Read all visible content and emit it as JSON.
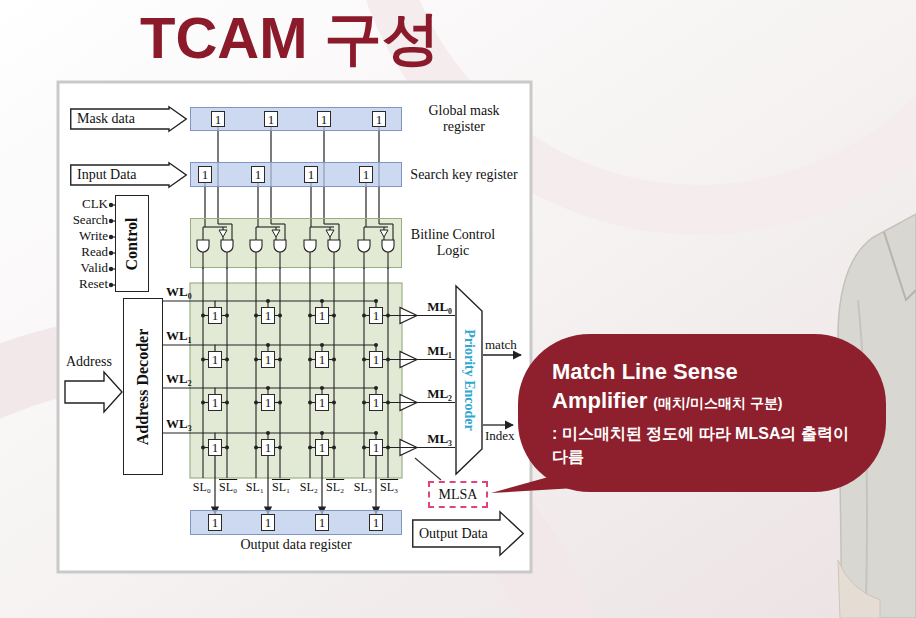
{
  "diagram": {
    "title": "TCAM 구성",
    "nodes": [
      {
        "text": [
          "Mask data"
        ]
      },
      {
        "text": [
          "Global mask register"
        ]
      },
      {
        "text": [
          "1"
        ],
        "in": 1
      },
      {
        "text": [
          "1"
        ],
        "in": 1
      },
      {
        "text": [
          "1"
        ],
        "in": 1
      },
      {
        "text": [
          "1"
        ],
        "in": 1
      },
      {
        "text": [
          "Input Data"
        ]
      },
      {
        "text": [
          "Search key register"
        ]
      },
      {
        "text": [
          "1"
        ],
        "in": 7
      },
      {
        "text": [
          "1"
        ],
        "in": 7
      },
      {
        "text": [
          "1"
        ],
        "in": 7
      },
      {
        "text": [
          "1"
        ],
        "in": 7
      },
      {
        "text": [
          "Control"
        ]
      },
      {
        "text": [
          "Bitline Control Logic"
        ]
      },
      {
        "text": [
          "Address Decoder"
        ]
      },
      {
        "text": [
          "1"
        ]
      },
      {
        "text": [
          "1"
        ]
      },
      {
        "text": [
          "1"
        ]
      },
      {
        "text": [
          "1"
        ]
      },
      {
        "text": [
          "1"
        ]
      },
      {
        "text": [
          "1"
        ]
      },
      {
        "text": [
          "1"
        ]
      },
      {
        "text": [
          "1"
        ]
      },
      {
        "text": [
          "1"
        ]
      },
      {
        "text": [
          "1"
        ]
      },
      {
        "text": [
          "1"
        ]
      },
      {
        "text": [
          "1"
        ]
      },
      {
        "text": [
          "1"
        ]
      },
      {
        "text": [
          "1"
        ]
      },
      {
        "text": [
          "1"
        ]
      },
      {
        "text": [
          "1"
        ]
      },
      {
        "text": [
          "Priority Encoder"
        ]
      },
      {
        "text": [
          "MLSA"
        ]
      },
      {
        "text": [
          "Output data register"
        ]
      },
      {
        "text": [
          "1"
        ],
        "in": 33
      },
      {
        "text": [
          "1"
        ],
        "in": 33
      },
      {
        "text": [
          "1"
        ],
        "in": 33
      },
      {
        "text": [
          "1"
        ],
        "in": 33
      },
      {
        "text": [
          "Output Data"
        ]
      },
      {
        "text": [
          "Match Line Sense Amplifier",
          "(매치/미스매치 구분)",
          ": 미스매치된 정도에 따라 MLSA의 출력이 다름"
        ]
      }
    ],
    "edges": [
      {
        "from": 2,
        "to": 13,
        "arrow": "none"
      },
      {
        "from": 3,
        "to": 13,
        "arrow": "none"
      },
      {
        "from": 4,
        "to": 13,
        "arrow": "none"
      },
      {
        "from": 5,
        "to": 13,
        "arrow": "none"
      },
      {
        "from": 8,
        "to": 13,
        "arrow": "none"
      },
      {
        "from": 9,
        "to": 13,
        "arrow": "none"
      },
      {
        "from": 10,
        "to": 13,
        "arrow": "none"
      },
      {
        "from": 11,
        "to": 13,
        "arrow": "none"
      },
      {
        "from": 14,
        "to": 15,
        "label": "WL₀",
        "arrow": "none"
      },
      {
        "from": 14,
        "to": 19,
        "label": "WL₁",
        "arrow": "none"
      },
      {
        "from": 14,
        "to": 23,
        "label": "WL₂",
        "arrow": "none"
      },
      {
        "from": 14,
        "to": 27,
        "label": "WL₃",
        "arrow": "none"
      },
      {
        "from": 18,
        "to": 31,
        "label": "ML₀",
        "arrow": "none"
      },
      {
        "from": 22,
        "to": 31,
        "label": "ML₁",
        "arrow": "none"
      },
      {
        "from": 26,
        "to": 31,
        "label": "ML₂",
        "arrow": "none"
      },
      {
        "from": 30,
        "to": 31,
        "label": "ML₃",
        "arrow": "none"
      },
      {
        "from": 27,
        "to": 34,
        "arrow": "to"
      },
      {
        "from": 28,
        "to": 35,
        "arrow": "to"
      },
      {
        "from": 29,
        "to": 36,
        "arrow": "to"
      },
      {
        "from": 30,
        "to": 37,
        "arrow": "to"
      }
    ],
    "labels": [
      "CLK",
      "Search",
      "Write",
      "Read",
      "Valid",
      "Reset",
      "Address",
      "SL₀",
      "SL₀",
      "SL₁",
      "SL₁",
      "SL₂",
      "SL₂",
      "SL₃",
      "SL₃",
      "match",
      "Index"
    ]
  }
}
